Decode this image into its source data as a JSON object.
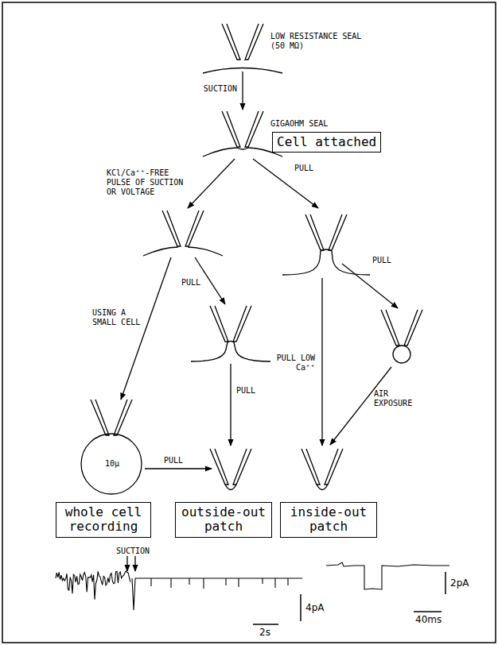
{
  "diagram": {
    "nodes": [
      {
        "text": [
          "Cell attached"
        ]
      },
      {
        "text": [
          "whole cell recording"
        ]
      },
      {
        "text": [
          "outside-out patch"
        ]
      },
      {
        "text": [
          "inside-out patch"
        ]
      }
    ],
    "labels": [
      "LOW RESISTANCE SEAL (50 MΩ)",
      "SUCTION",
      "GIGAOHM SEAL",
      "KCl/Ca⁺⁺-FREE PULSE OF SUCTION OR VOLTAGE",
      "PULL",
      "USING A SMALL CELL",
      "PULL",
      "PULL LOW Ca⁺⁺",
      "PULL",
      "10μ",
      "PULL",
      "PULL",
      "AIR EXPOSURE",
      "SUCTION",
      "4pA",
      "2s",
      "2pA",
      "40ms"
    ]
  }
}
